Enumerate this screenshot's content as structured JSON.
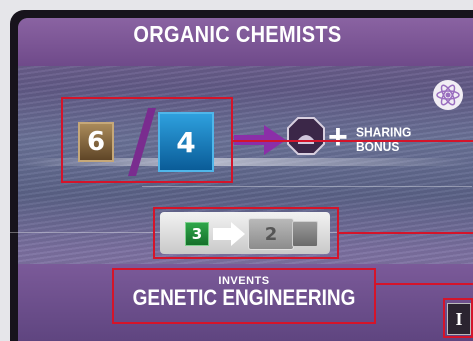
{
  "card": {
    "title": "ORGANIC CHEMISTS",
    "cost": {
      "brown_value": "6",
      "blue_value": "4"
    },
    "sharing_bonus_label": "SHARING\nBONUS",
    "upgrade": {
      "from": "3",
      "to": "2"
    },
    "invents_label": "INVENTS",
    "technology": "GENETIC ENGINEERING",
    "era": "I"
  },
  "colors": {
    "highlight": "#d4142a",
    "title_band": "#7b5a99",
    "brown_tile": "#7c5f37",
    "blue_tile": "#1a7fc1",
    "arrow": "#8b2fa8",
    "green_tile": "#1f8a38"
  },
  "icons": {
    "octagon": "octagon-sharing-icon",
    "atom": "atom-icon",
    "arrow": "right-arrow-icon"
  }
}
